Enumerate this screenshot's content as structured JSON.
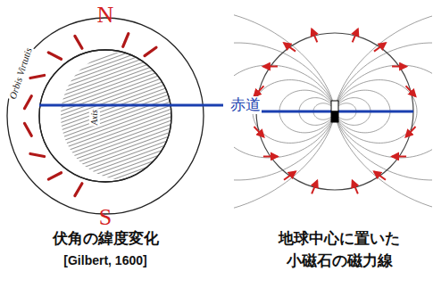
{
  "diagram": {
    "labels": [
      "N",
      "S",
      "赤道",
      "Orbis Virtutis",
      "Axis",
      "伏角の緯度変化",
      "[Gilbert, 1600]",
      "地球中心に置いた 小磁石の磁力線"
    ]
  }
}
